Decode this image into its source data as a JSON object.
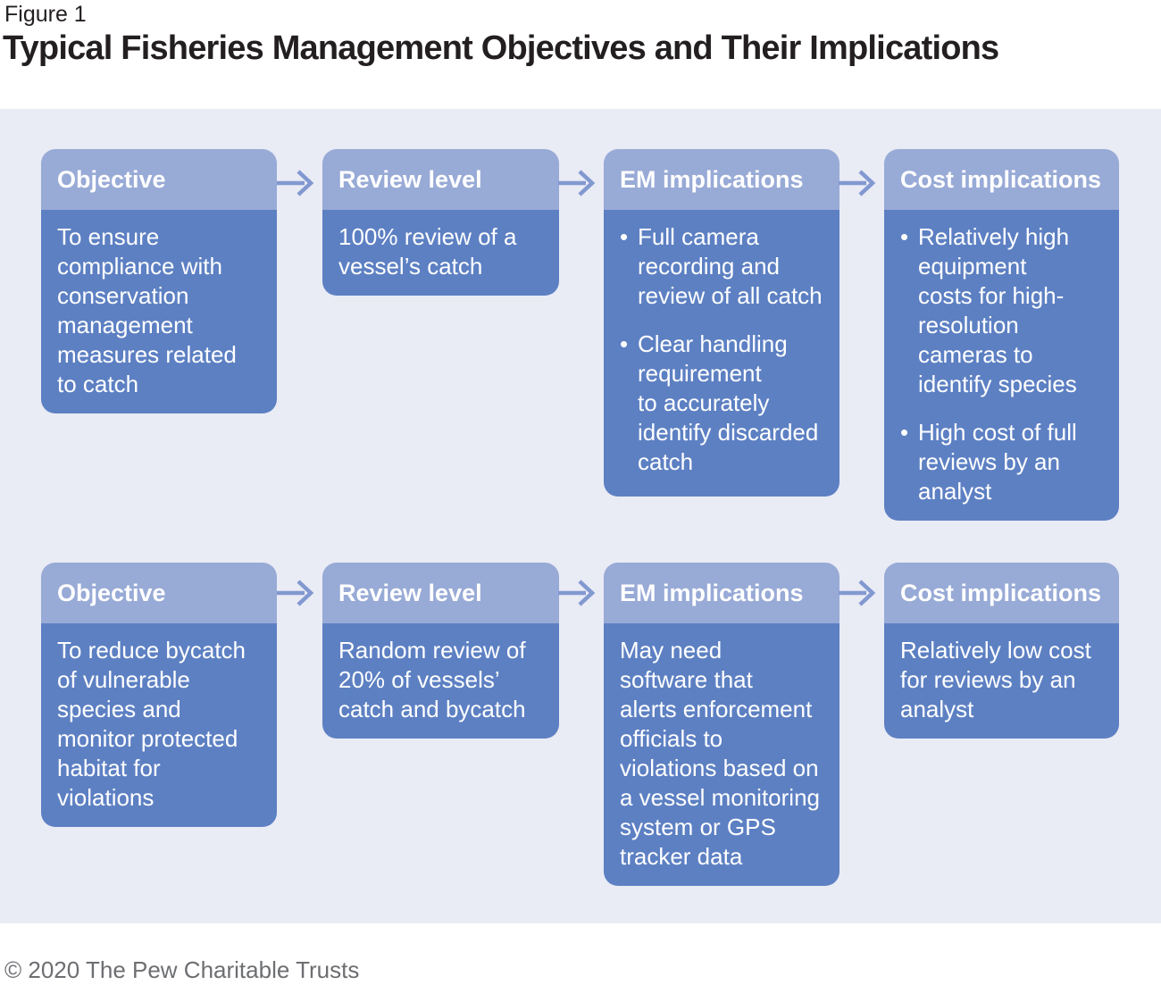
{
  "page": {
    "figure_label": "Figure 1",
    "title": "Typical Fisheries Management Objectives and Their Implications",
    "copyright": "© 2020 The Pew Charitable Trusts"
  },
  "ui": {
    "bullet_char": "•",
    "arrow_icon": "arrow-right"
  },
  "colors": {
    "panel_bg": "#e9ebf5",
    "box_header_bg": "#98aad6",
    "box_body_bg": "#5d80c3",
    "arrow": "#8298d0",
    "title_text": "#231f20",
    "copyright_text": "#6d6e71",
    "box_text": "#ffffff"
  },
  "rows": [
    {
      "boxes": [
        {
          "header": "Objective",
          "text": "To ensure\ncompliance with\nconservation\nmanagement\nmeasures related\nto catch"
        },
        {
          "header": "Review level",
          "text": "100% review of a\nvessel’s catch"
        },
        {
          "header": "EM implications",
          "bullets": [
            "Full camera\nrecording and\nreview of all catch",
            "Clear handling\nrequirement\nto accurately\nidentify discarded\ncatch"
          ]
        },
        {
          "header": "Cost implications",
          "bullets": [
            "Relatively high\nequipment\ncosts for high-\nresolution\ncameras to\nidentify species",
            "High cost of full\nreviews by an\nanalyst"
          ]
        }
      ]
    },
    {
      "boxes": [
        {
          "header": "Objective",
          "text": "To reduce bycatch\nof vulnerable\nspecies and\nmonitor protected\nhabitat for\nviolations"
        },
        {
          "header": "Review level",
          "text": "Random review of\n20% of vessels’\ncatch and bycatch"
        },
        {
          "header": "EM implications",
          "text": "May need\nsoftware that\nalerts enforcement\nofficials to\nviolations based on\na vessel monitoring\nsystem or GPS\ntracker data"
        },
        {
          "header": "Cost implications",
          "text": "Relatively low cost\nfor reviews by an\nanalyst"
        }
      ]
    }
  ]
}
